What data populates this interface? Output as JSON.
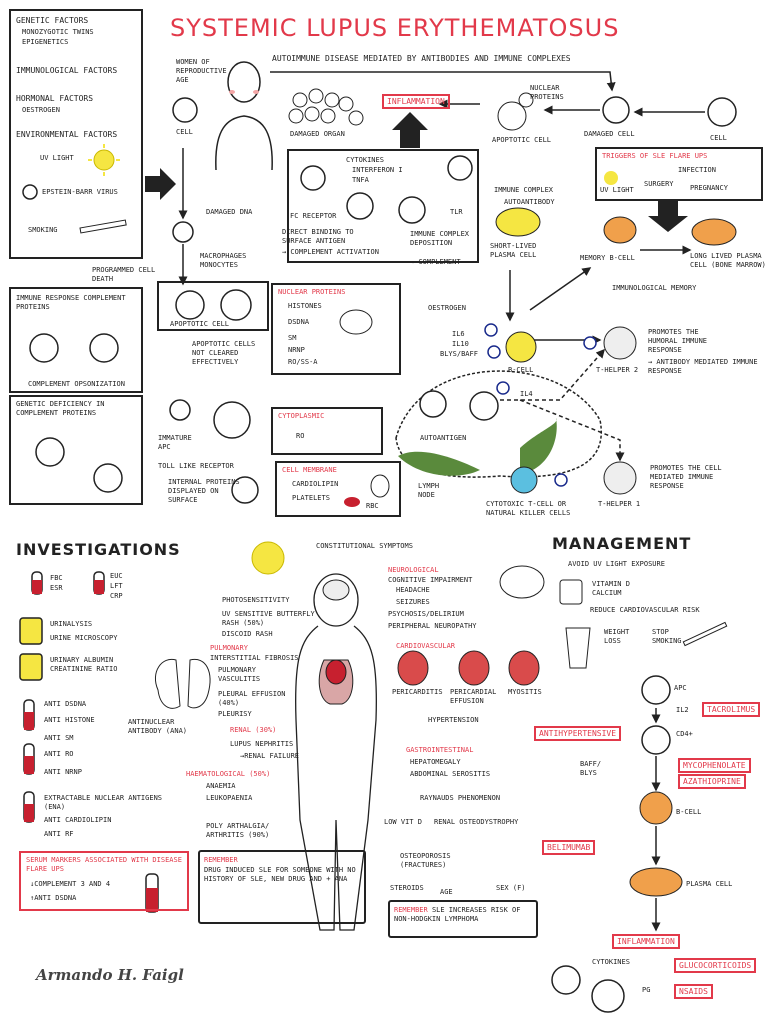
{
  "title": "SYSTEMIC LUPUS ERYTHEMATOSUS",
  "subtitle": "AUTOIMMUNE DISEASE MEDIATED BY ANTIBODIES AND IMMUNE COMPLEXES",
  "risk_factors": {
    "genetic": "GENETIC FACTORS",
    "genetic_items": [
      "MONOZYGOTIC TWINS",
      "EPIGENETICS"
    ],
    "immunological": "IMMUNOLOGICAL FACTORS",
    "hormonal": "HORMONAL FACTORS",
    "hormonal_items": [
      "OESTROGEN"
    ],
    "environmental": "ENVIRONMENTAL FACTORS",
    "uv": "UV LIGHT",
    "ebv": "EPSTEIN-BARR VIRUS",
    "smoking": "SMOKING"
  },
  "patho": {
    "women": "WOMEN OF REPRODUCTIVE AGE",
    "cell": "CELL",
    "damaged_organ": "DAMAGED ORGAN",
    "inflammation": "INFLAMMATION",
    "nuclear_proteins": "NUCLEAR PROTEINS",
    "apoptotic_cell": "APOPTOTIC CELL",
    "damaged_cell": "DAMAGED CELL",
    "cell2": "CELL",
    "cytokines": "CYTOKINES",
    "interferon": "INTERFERON I",
    "tnf": "TNFα",
    "fc_receptor": "Fc RECEPTOR",
    "tlr": "TLR",
    "immune_complex": "IMMUNE COMPLEX",
    "autoantibody": "AUTOANTIBODY",
    "direct_binding": "DIRECT BINDING TO SURFACE ANTIGEN",
    "complement_activation": "→ COMPLEMENT ACTIVATION",
    "immune_deposition": "IMMUNE COMPLEX DEPOSITION",
    "complement2": "→ COMPLEMENT",
    "short_lived": "SHORT-LIVED PLASMA CELL",
    "triggers_title": "TRIGGERS OF SLE FLARE UPS",
    "triggers": [
      "INFECTION",
      "UV LIGHT",
      "SURGERY",
      "PREGNANCY"
    ],
    "memory_b": "MEMORY B-CELL",
    "long_lived": "LONG LIVED PLASMA CELL (BONE MARROW)",
    "immuno_memory": "IMMUNOLOGICAL MEMORY",
    "damaged_dna": "DAMAGED DNA",
    "programmed": "PROGRAMMED CELL DEATH",
    "macrophages": "MACROPHAGES MONOCYTES",
    "apoptotic_cell2": "APOPTOTIC CELL",
    "not_cleared": "APOPTOTIC CELLS NOT CLEARED EFFECTIVELY",
    "immune_response": "IMMUNE RESPONSE COMPLEMENT PROTEINS",
    "opsonization": "COMPLEMENT OPSONIZATION",
    "genetic_deficiency": "GENETIC DEFICIENCY IN COMPLEMENT PROTEINS",
    "immature_apc": "IMMATURE APC",
    "toll_like": "TOLL LIKE RECEPTOR",
    "internal_proteins": "INTERNAL PROTEINS DISPLAYED ON SURFACE",
    "nuclear_title": "NUCLEAR PROTEINS",
    "nuclear_items": [
      "HISTONES",
      "dsDNA",
      "Sm",
      "nRNP",
      "Ro/SS-A"
    ],
    "cytoplasmic_title": "CYTOPLASMIC",
    "cytoplasmic_items": [
      "Ro"
    ],
    "membrane_title": "CELL MEMBRANE",
    "membrane_items": [
      "CARDIOLIPIN",
      "PLATELETS",
      "RBC"
    ],
    "oestrogen": "OESTROGEN",
    "il6": "IL6",
    "il10": "IL10",
    "blys": "BLyS/BAFF",
    "bcell": "B-CELL",
    "il4": "IL4",
    "autoantigen": "AUTOANTIGEN",
    "lymph_node": "LYMPH NODE",
    "cytotoxic": "CYTOTOXIC T-CELL OR NATURAL KILLER CELLS",
    "thelper2": "T-HELPER 2",
    "thelper1": "T-HELPER 1",
    "humoral": "PROMOTES THE HUMORAL IMMUNE RESPONSE",
    "antibody_mediated": "→ ANTIBODY MEDIATED IMMUNE RESPONSE",
    "cell_mediated": "PROMOTES THE CELL MEDIATED IMMUNE RESPONSE"
  },
  "investigations": {
    "heading": "INVESTIGATIONS",
    "tube1": [
      "FBC",
      "ESR"
    ],
    "tube2": [
      "EUC",
      "LFT",
      "CRP"
    ],
    "urinalysis": "URINALYSIS",
    "microscopy": "URINE MICROSCOPY",
    "urinary_ratio": "URINARY ALBUMIN CREATININE RATIO",
    "ana_items": [
      "ANTI dsDNA",
      "ANTI HISTONE",
      "ANTI Sm",
      "ANTI Ro",
      "ANTI nRNP"
    ],
    "ana_label": "ANTINUCLEAR ANTIBODY (ANA)",
    "ena": "EXTRACTABLE NUCLEAR ANTIGENS (ENA)",
    "anti_cardiolipin": "ANTI CARDIOLIPIN",
    "anti_rf": "ANTI RF",
    "serum_title": "SERUM MARKERS ASSOCIATED WITH DISEASE FLARE UPS",
    "serum_items": [
      "↓COMPLEMENT 3 AND 4",
      "↑ANTI dsDNA"
    ]
  },
  "symptoms": {
    "constitutional": "CONSTITUTIONAL SYMPTOMS",
    "neuro_title": "NEUROLOGICAL",
    "neuro_items": [
      "COGNITIVE IMPAIRMENT",
      "HEADACHE",
      "SEIZURES",
      "PSYCHOSIS/DELIRIUM",
      "PERIPHERAL NEUROPATHY"
    ],
    "photosensitivity": "PHOTOSENSITIVITY",
    "butterfly": "UV SENSITIVE BUTTERFLY RASH (50%)",
    "discoid": "DISCOID RASH",
    "pulm_title": "PULMONARY",
    "pulm_items": [
      "INTERSTITIAL FIBROSIS",
      "PULMONARY VASCULITIS",
      "PLEURAL EFFUSION (40%)",
      "PLEURISY"
    ],
    "cardio_title": "CARDIOVASCULAR",
    "cardio_items": [
      "PERICARDITIS",
      "PERICARDIAL EFFUSION",
      "MYOSITIS"
    ],
    "hypertension": "HYPERTENSION",
    "antihypertensive": "ANTIHYPERTENSIVE",
    "renal_title": "RENAL (30%)",
    "renal_items": [
      "LUPUS NEPHRITIS",
      "→RENAL FAILURE"
    ],
    "gi_title": "GASTROINTESTINAL",
    "gi_items": [
      "HEPATOMEGALY",
      "ABDOMINAL SEROSITIS"
    ],
    "haem_title": "HAEMATOLOGICAL (50%)",
    "haem_items": [
      "ANAEMIA",
      "LEUKOPAENIA"
    ],
    "raynauds": "RAYNAUDS PHENOMENON",
    "poly": "POLY ARTHALGIA/ ARTHRITIS (90%)",
    "low_vit_d": "LOW VIT D",
    "renal_osteo": "RENAL OSTEODYSTROPHY",
    "osteoporosis": "OSTEOPOROSIS (FRACTURES)",
    "steroids": "STEROIDS",
    "age": "AGE",
    "sex": "SEX (F)",
    "remember1_label": "REMEMBER",
    "remember1_text": "DRUG INDUCED SLE FOR SOMEONE WITH NO HISTORY OF SLE, NEW DRUG AND + ANA",
    "remember2_label": "REMEMBER",
    "remember2_text": "SLE INCREASES RISK OF NON-HODGKIN LYMPHOMA"
  },
  "management": {
    "heading": "MANAGEMENT",
    "avoid_uv": "AVOID UV LIGHT EXPOSURE",
    "vitamin": "VITAMIN D CALCIUM",
    "reduce_cv": "REDUCE CARDIOVASCULAR RISK",
    "weight_loss": "WEIGHT LOSS",
    "stop_smoking": "STOP SMOKING",
    "apc": "APC",
    "il2": "IL2",
    "tacrolimus": "TACROLIMUS",
    "cd4": "CD4+",
    "mycophenolate": "MYCOPHENOLATE",
    "azathioprine": "AZATHIOPRINE",
    "baff": "BAFF/ BLyS",
    "bcell": "B-CELL",
    "belimumab": "BELIMUMAB",
    "plasma": "PLASMA CELL",
    "inflammation": "INFLAMMATION",
    "cytokines": "CYTOKINES",
    "glucocorticoids": "GLUCOCORTICOIDS",
    "pg": "PG",
    "nsaids": "NSAIDS"
  },
  "signature": "Armando H. Faigl",
  "colors": {
    "accent": "#e2394a",
    "ink": "#222222",
    "yellow": "#f5e642",
    "orange": "#f0a04b",
    "green": "#5a8a3c",
    "blue": "#5bbfe0"
  }
}
